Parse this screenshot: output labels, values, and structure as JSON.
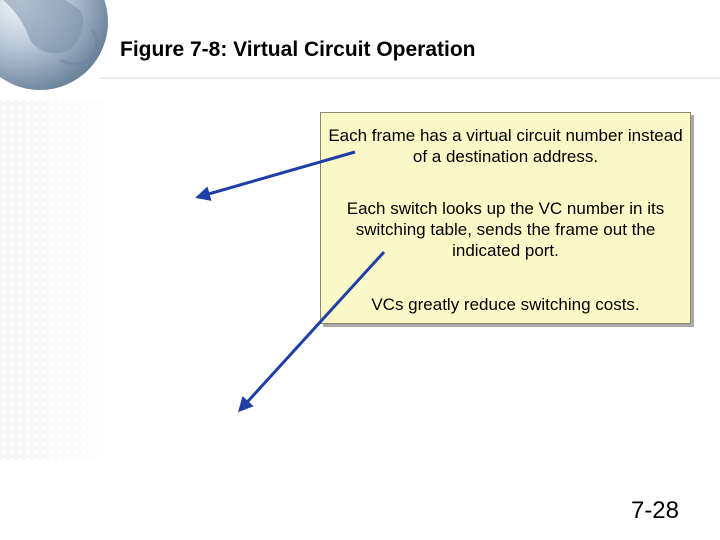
{
  "slide": {
    "title": "Figure 7-8: Virtual Circuit Operation",
    "page_number": "7-28"
  },
  "callout": {
    "paragraph_1": "Each frame has a virtual circuit number instead of a destination address.",
    "paragraph_2": "Each switch looks up the VC number in its switching table, sends the frame out the indicated port.",
    "paragraph_3": "VCs greatly reduce switching costs."
  },
  "colors": {
    "callout_fill": "#fdf8c8",
    "arrow": "#1f3fa8",
    "globe": "#8fa6bf"
  },
  "arrows": [
    {
      "icon": "arrow-to-frame-icon"
    },
    {
      "icon": "arrow-to-switch-icon"
    }
  ]
}
